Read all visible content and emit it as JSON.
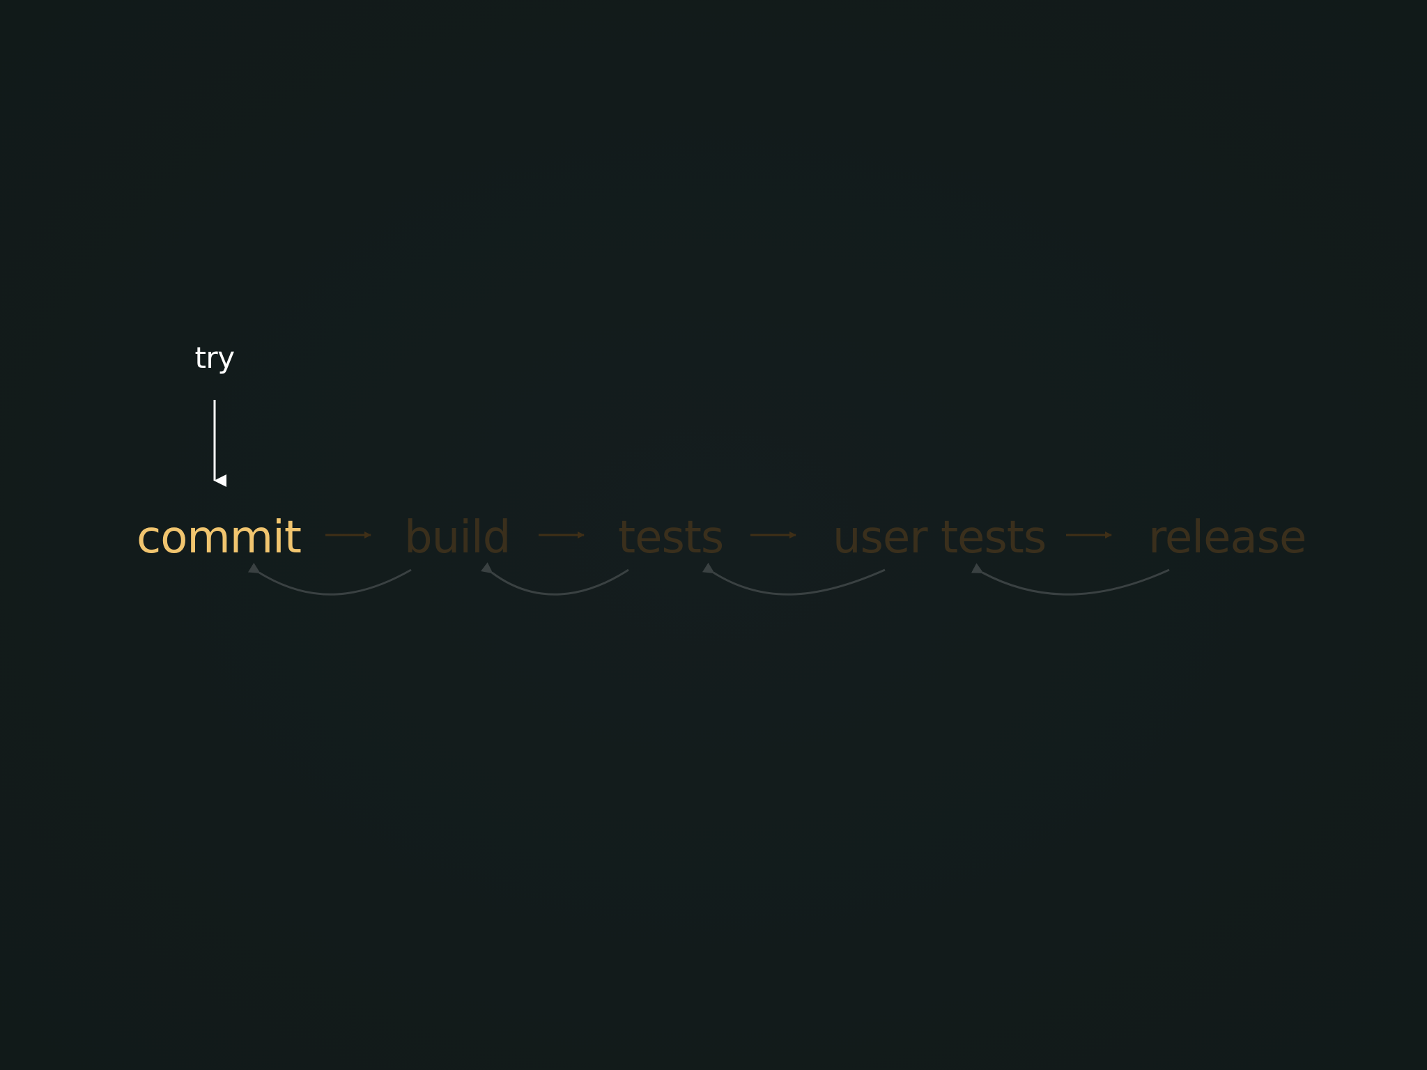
{
  "pointer": {
    "label": "try",
    "color": "#ffffff"
  },
  "stages": [
    {
      "label": "commit",
      "state": "active"
    },
    {
      "label": "build",
      "state": "inactive"
    },
    {
      "label": "tests",
      "state": "inactive"
    },
    {
      "label": "user tests",
      "state": "inactive"
    },
    {
      "label": "release",
      "state": "inactive"
    }
  ],
  "colors": {
    "background": "#131c1c",
    "active_stage": "#f1c56f",
    "inactive_stage": "#3a2f1c",
    "forward_arrow": "#3f2f17",
    "feedback_arrow": "#3a4142"
  }
}
